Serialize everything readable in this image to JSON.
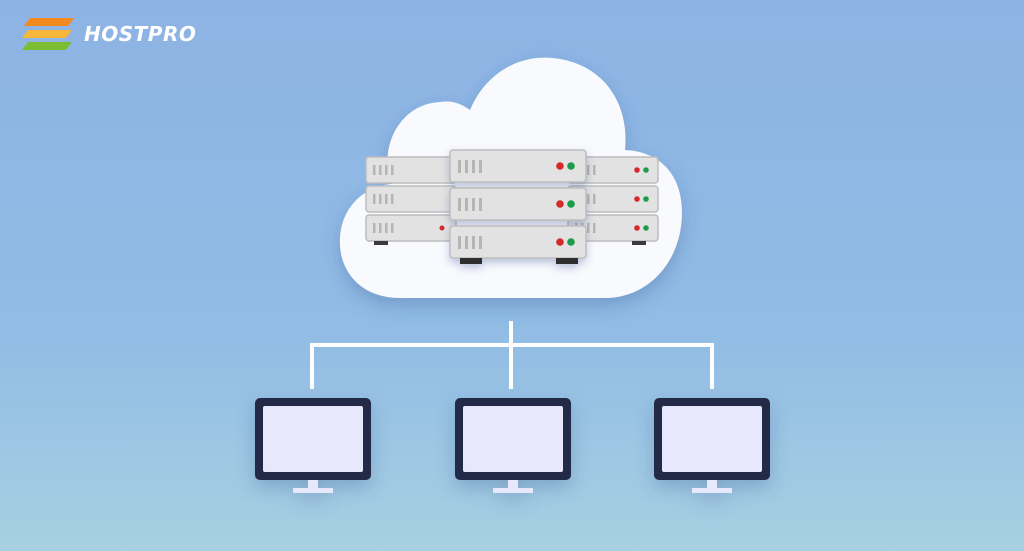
{
  "brand": {
    "name_part1": "HOST",
    "name_part2": "PRO",
    "logo_icon": "hostpro-stripes-logo"
  },
  "illustration": {
    "cloud_icon": "cloud",
    "server_icon": "server-rack",
    "monitor_icon": "monitor",
    "server_stacks": 3,
    "servers_per_stack": 3,
    "monitors": 3
  },
  "colors": {
    "background_top": "#8db3e4",
    "background_bottom": "#a7d0e2",
    "cloud": "#f9fafe",
    "server_body": "#dedede",
    "led_red": "#d42a2a",
    "led_green": "#1e9c4c",
    "connector": "#ffffff",
    "monitor_frame": "#242b47",
    "monitor_screen": "#e7e8fb",
    "logo_orange": "#f28a1d",
    "logo_green": "#7cbd32",
    "logo_text": "#ffffff",
    "logo_accent_text": "#7cbd32"
  }
}
